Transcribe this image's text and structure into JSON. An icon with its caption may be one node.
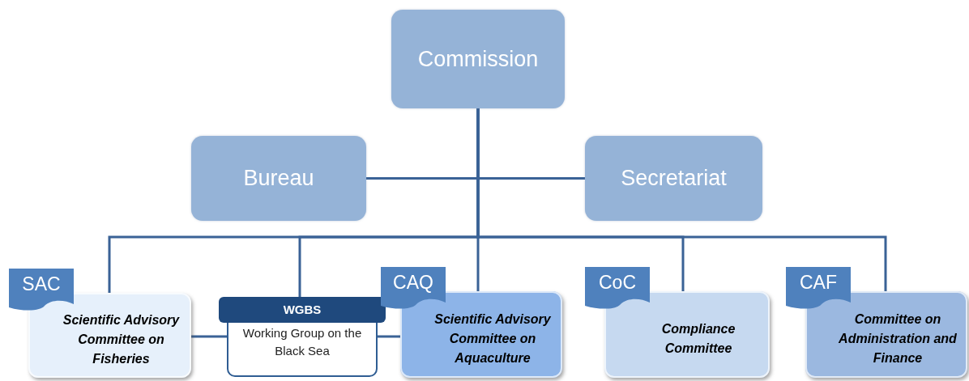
{
  "diagram": {
    "nodes": [
      {
        "text": [
          "Commission"
        ]
      },
      {
        "text": [
          "Bureau"
        ]
      },
      {
        "text": [
          "Secretariat"
        ]
      },
      {
        "text": [
          "SAC",
          "Scientific Advisory Committee on Fisheries"
        ]
      },
      {
        "text": [
          "WGBS",
          "Working Group on the Black Sea"
        ]
      },
      {
        "text": [
          "CAQ",
          "Scientific Advisory Committee on Aquaculture"
        ]
      },
      {
        "text": [
          "CoC",
          "Compliance Committee"
        ]
      },
      {
        "text": [
          "CAF",
          "Committee on Administration and Finance"
        ]
      }
    ],
    "edges": [
      {
        "from": 0,
        "to": 1,
        "arrow": "none"
      },
      {
        "from": 0,
        "to": 2,
        "arrow": "none"
      },
      {
        "from": 0,
        "to": 3,
        "arrow": "none"
      },
      {
        "from": 0,
        "to": 4,
        "arrow": "none"
      },
      {
        "from": 0,
        "to": 5,
        "arrow": "none"
      },
      {
        "from": 0,
        "to": 6,
        "arrow": "none"
      },
      {
        "from": 0,
        "to": 7,
        "arrow": "none"
      },
      {
        "from": 3,
        "to": 4,
        "arrow": "none"
      },
      {
        "from": 4,
        "to": 5,
        "arrow": "none"
      }
    ]
  }
}
